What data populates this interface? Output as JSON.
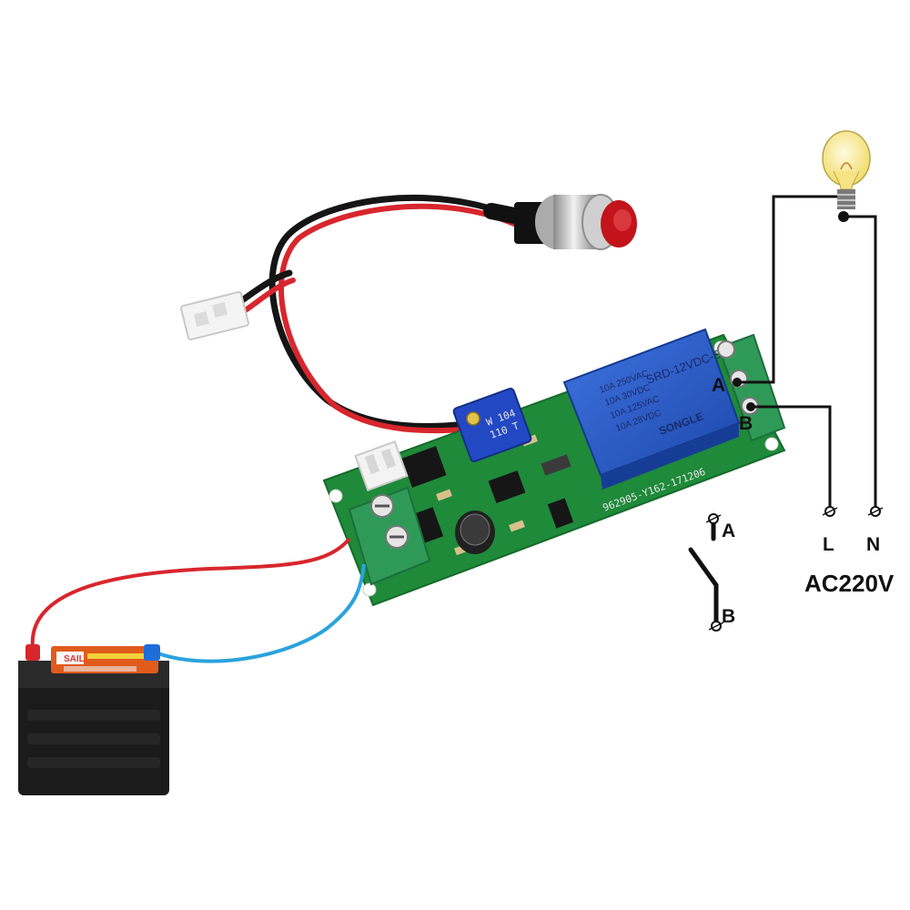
{
  "labels": {
    "relay_terminal_a": "A",
    "relay_terminal_b": "B",
    "switch_a": "A",
    "switch_b": "B",
    "line_l": "L",
    "neutral_n": "N",
    "mains": "AC220V"
  },
  "relay": {
    "model": "SRD-12VDC-SL-C",
    "rating_1": "10A 250VAC",
    "rating_2": "10A 30VDC",
    "rating_3": "10A 125VAC",
    "rating_4": "10A 28VDC",
    "brand": "SONGLE"
  },
  "trimmer": {
    "code_1": "W 104",
    "code_2": "110 T"
  },
  "pcb": {
    "serial": "962905-Y162-171206"
  },
  "battery": {
    "brand": "SAIL"
  },
  "colors": {
    "pcb_green": "#1e8a3a",
    "relay_blue": "#2357c8",
    "terminal_green": "#2f9a58",
    "wire_red": "#d8262d",
    "wire_blue": "#2aa3dc",
    "wire_black": "#151515",
    "diagram_line": "#111111",
    "bulb_yellow": "#f7ea8a",
    "battery_black": "#1b1b1b",
    "button_red": "#c2141a"
  },
  "icons": [
    "light-bulb-icon",
    "push-button-icon",
    "battery-icon",
    "switch-icon"
  ]
}
